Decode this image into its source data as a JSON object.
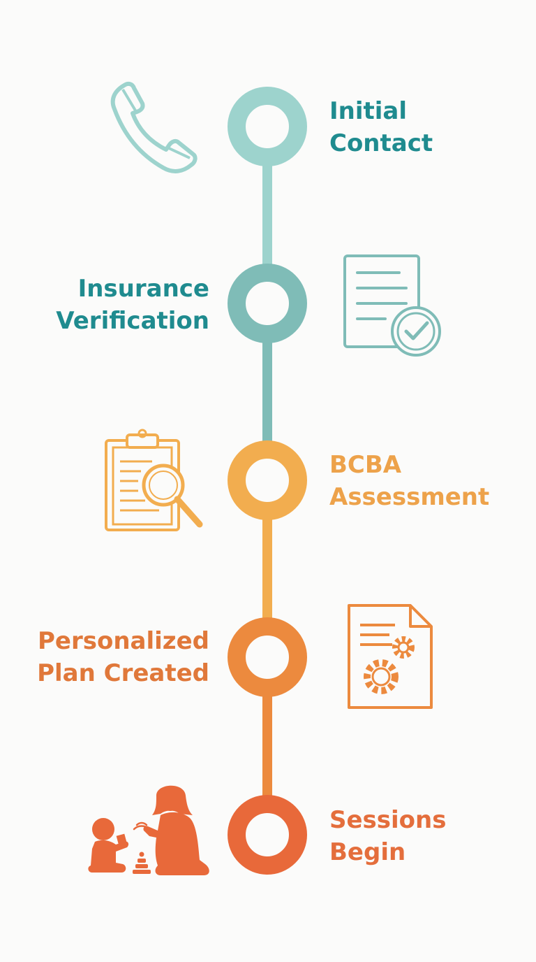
{
  "colors": {
    "teal_light": "#9dd3cd",
    "teal_mid": "#7fbcb7",
    "teal_text": "#1f8b8f",
    "orange_light": "#f2ad4f",
    "orange_mid": "#ec8a3e",
    "orange_dark": "#e8693a",
    "orange_text": "#e0783a",
    "background": "#fbfbfa"
  },
  "steps": [
    {
      "line1": "Initial",
      "line2": "Contact",
      "icon": "phone-icon"
    },
    {
      "line1": "Insurance",
      "line2": "Verification",
      "icon": "document-check-icon"
    },
    {
      "line1": "BCBA",
      "line2": "Assessment",
      "icon": "clipboard-search-icon"
    },
    {
      "line1": "Personalized",
      "line2": "Plan Created",
      "icon": "document-gears-icon"
    },
    {
      "line1": "Sessions",
      "line2": "Begin",
      "icon": "adult-child-play-icon"
    }
  ]
}
